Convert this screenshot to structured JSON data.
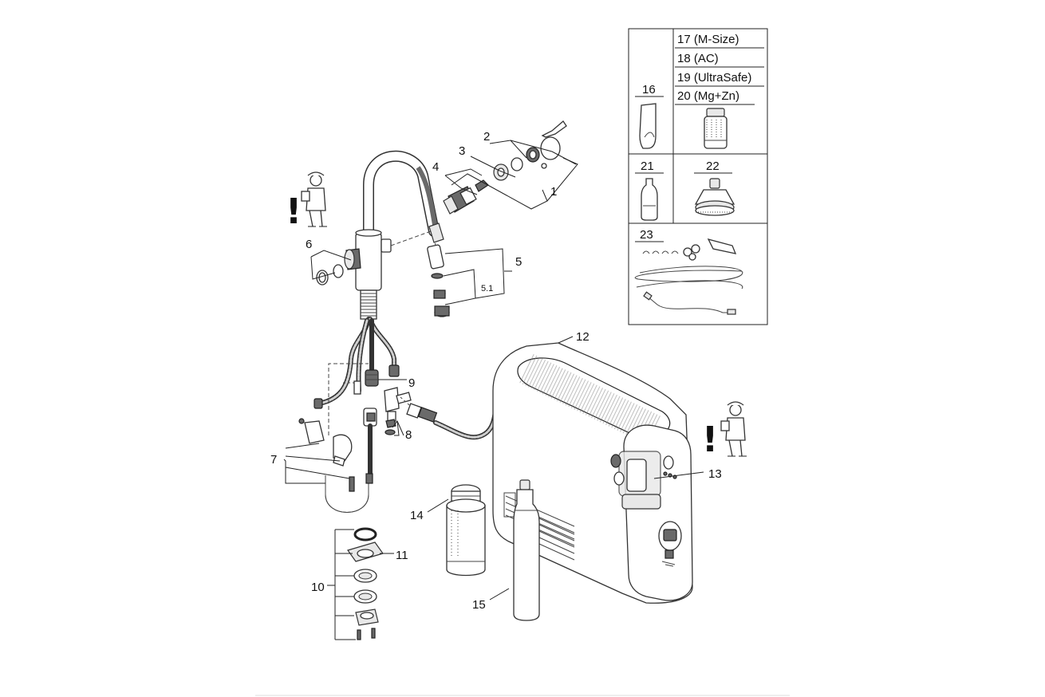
{
  "callouts": {
    "c1": "1",
    "c2": "2",
    "c3": "3",
    "c4": "4",
    "c5": "5",
    "c5_1": "5.1",
    "c6": "6",
    "c7": "7",
    "c8": "8",
    "c9": "9",
    "c10": "10",
    "c11": "11",
    "c12": "12",
    "c13": "13",
    "c14": "14",
    "c15": "15"
  },
  "inset": {
    "p16": "16",
    "p17": "17 (M-Size)",
    "p18": "18 (AC)",
    "p19": "19 (UltraSafe)",
    "p20": "20 (Mg+Zn)",
    "p21": "21",
    "p22": "22",
    "p23": "23"
  },
  "warnings": {
    "left": "!",
    "right": "!"
  },
  "colors": {
    "line": "#222222",
    "fill_dark": "#6a6a6a",
    "fill_light": "#e8e8e8"
  }
}
